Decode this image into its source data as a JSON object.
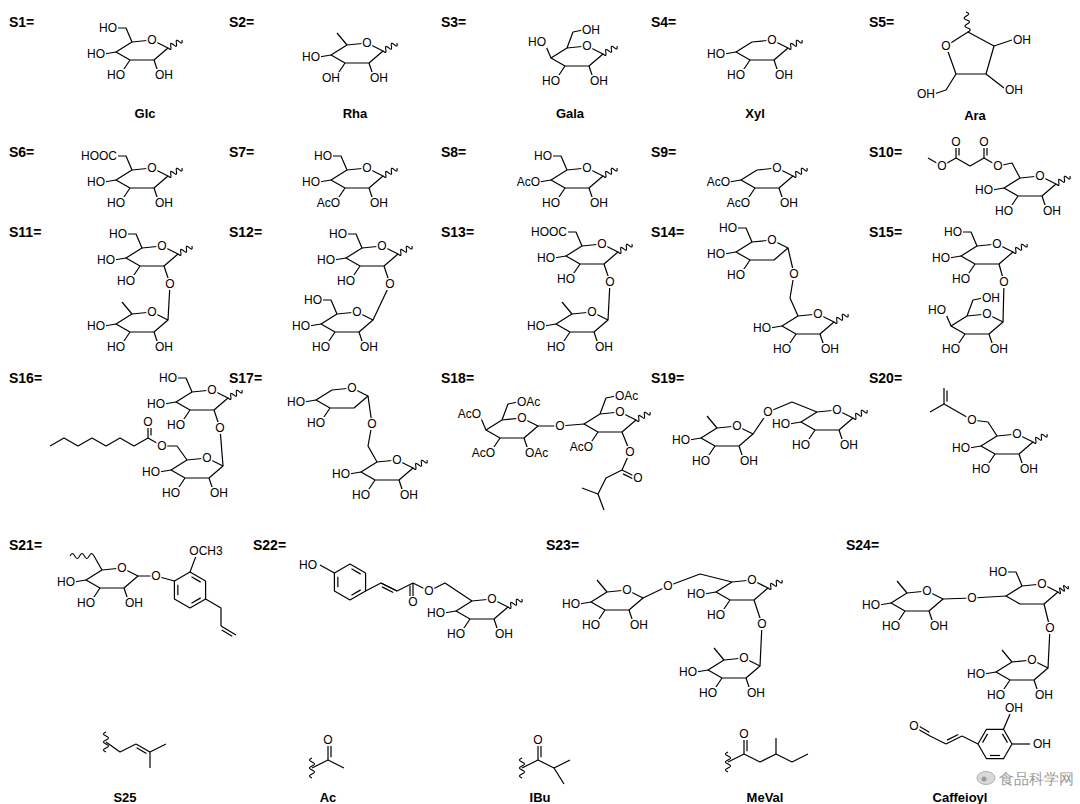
{
  "diagram": {
    "labels": [
      "S1=",
      "O",
      "HO",
      "HO",
      "HO",
      "OH",
      "Glc",
      "S2=",
      "O",
      "HO",
      "OH",
      "OH",
      "Rha",
      "S3=",
      "O",
      "HO",
      "OH",
      "HO",
      "OH",
      "Gala",
      "S4=",
      "O",
      "HO",
      "HO",
      "OH",
      "Xyl",
      "S5=",
      "O",
      "OH",
      "OH",
      "OH",
      "Ara",
      "S6=",
      "O",
      "HOOC",
      "HO",
      "HO",
      "OH",
      "S7=",
      "O",
      "HO",
      "HO",
      "AcO",
      "OH",
      "S8=",
      "O",
      "HO",
      "AcO",
      "HO",
      "OH",
      "S9=",
      "O",
      "AcO",
      "AcO",
      "OH",
      "S10=",
      "O",
      "O",
      "O",
      "O",
      "O",
      "HO",
      "HO",
      "OH",
      "S11=",
      "O",
      "HO",
      "HO",
      "HO",
      "O",
      "O",
      "HO",
      "HO",
      "OH",
      "S12=",
      "O",
      "HO",
      "HO",
      "HO",
      "O",
      "O",
      "HO",
      "HO",
      "HO",
      "OH",
      "S13=",
      "O",
      "HOOC",
      "HO",
      "HO",
      "O",
      "O",
      "HO",
      "HO",
      "OH",
      "S14=",
      "O",
      "HO",
      "HO",
      "HO",
      "O",
      "O",
      "HO",
      "HO",
      "OH",
      "S15=",
      "O",
      "HO",
      "HO",
      "HO",
      "O",
      "O",
      "HO",
      "OH",
      "HO",
      "OH",
      "S16=",
      "O",
      "HO",
      "HO",
      "HO",
      "O",
      "O",
      "O",
      "O",
      "HO",
      "HO",
      "OH",
      "S17=",
      "O",
      "HO",
      "HO",
      "O",
      "O",
      "HO",
      "HO",
      "OH",
      "S18=",
      "O",
      "OAc",
      "AcO",
      "AcO",
      "OAc",
      "O",
      "O",
      "OAc",
      "AcO",
      "O",
      "O",
      "S19=",
      "O",
      "HO",
      "HO",
      "OH",
      "O",
      "O",
      "HO",
      "HO",
      "OH",
      "S20=",
      "O",
      "O",
      "HO",
      "HO",
      "OH",
      "S21=",
      "O",
      "HO",
      "HO",
      "OH",
      "O",
      "OCH3",
      "S22=",
      "HO",
      "O",
      "O",
      "O",
      "HO",
      "HO",
      "OH",
      "S23=",
      "O",
      "HO",
      "HO",
      "OH",
      "O",
      "O",
      "HO",
      "HO",
      "O",
      "O",
      "HO",
      "HO",
      "OH",
      "S24=",
      "O",
      "HO",
      "HO",
      "OH",
      "O",
      "O",
      "HO",
      "O",
      "O",
      "HO",
      "HO",
      "OH",
      "S25",
      "O",
      "Ac",
      "O",
      "IBu",
      "O",
      "MeVal",
      "O",
      "OH",
      "OH",
      "Caffeioyl",
      "食品科学网"
    ]
  }
}
